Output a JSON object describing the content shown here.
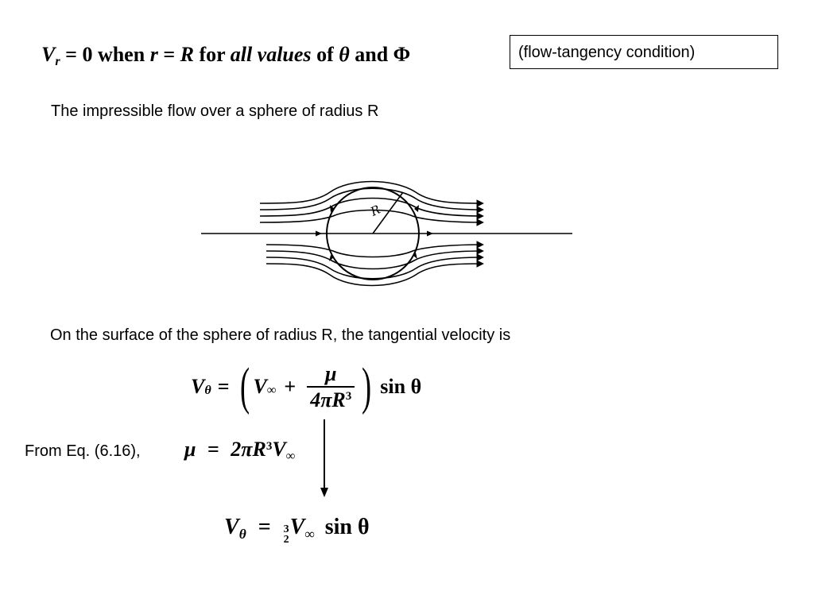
{
  "equation_tangency": {
    "lhs": "V",
    "lhs_sub": "r",
    "rest_a": "= 0 when",
    "r_var": "r",
    "eq_sign": "=",
    "R_var": "R",
    "for_word": "for",
    "all_values": "all values",
    "of_word": "of",
    "theta": "θ",
    "and_word": "and",
    "phi": "Φ"
  },
  "condition_label": "(flow-tangency condition)",
  "intro_text": "The  impressible flow over a sphere of radius R",
  "diagram": {
    "radius_label": "R"
  },
  "surface_text": "On the surface of the sphere of radius R, the tangential velocity is",
  "equation_velocity": {
    "lhs": "V",
    "lhs_sub": "θ",
    "eq": "=",
    "open_paren": "(",
    "v_inf": "V",
    "v_inf_sub": "∞",
    "plus": "+",
    "numerator": "μ",
    "denominator": "4πR",
    "den_sup": "3",
    "close_paren": ")",
    "sin_theta": "sin θ"
  },
  "from_text": "From Eq. (6.16),",
  "equation_mu": {
    "mu": "μ",
    "eq": "=",
    "rhs": "2πR",
    "sup": "3",
    "v": "V",
    "v_sub": "∞"
  },
  "equation_result": {
    "lhs": "V",
    "lhs_sub": "θ",
    "eq": "=",
    "frac_num": "3",
    "frac_den": "2",
    "v": "V",
    "v_sub": "∞",
    "sin_theta": "sin θ"
  }
}
